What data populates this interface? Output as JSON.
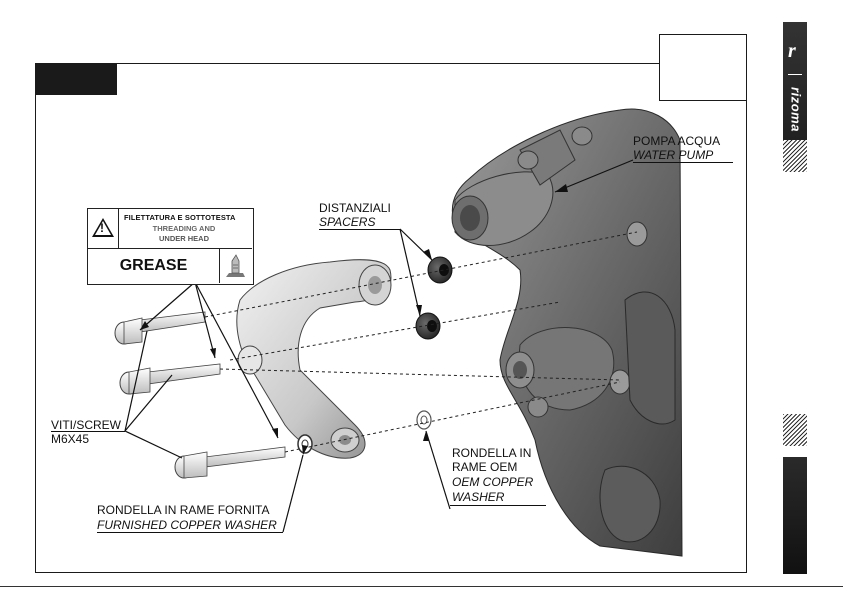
{
  "brand": {
    "name": "rizoma",
    "mark": "r"
  },
  "warning_label": {
    "line1": "FILETTATURA E SOTTOTESTA",
    "line2": "THREADING AND",
    "line3": "UNDER HEAD",
    "grease": "GREASE",
    "icon": "warning-triangle-icon",
    "grease_icon": "grease-tube-icon"
  },
  "labels": {
    "water_pump_it": "POMPA ACQUA",
    "water_pump_en": "WATER PUMP",
    "spacers_it": "DISTANZIALI",
    "spacers_en": "SPACERS",
    "screw_line1": "VITI/SCREW",
    "screw_line2": "M6X45",
    "oem_washer_line1": "RONDELLA IN",
    "oem_washer_line2": "RAME OEM",
    "oem_washer_en1": "OEM  COPPER",
    "oem_washer_en2": "WASHER",
    "furnished_washer_it": "RONDELLA IN RAME FORNITA",
    "furnished_washer_en": "FURNISHED COPPER WASHER"
  },
  "colors": {
    "frame": "#1a1a1a",
    "part_dark": "#5a5a5a",
    "part_light": "#d8d8d8"
  }
}
